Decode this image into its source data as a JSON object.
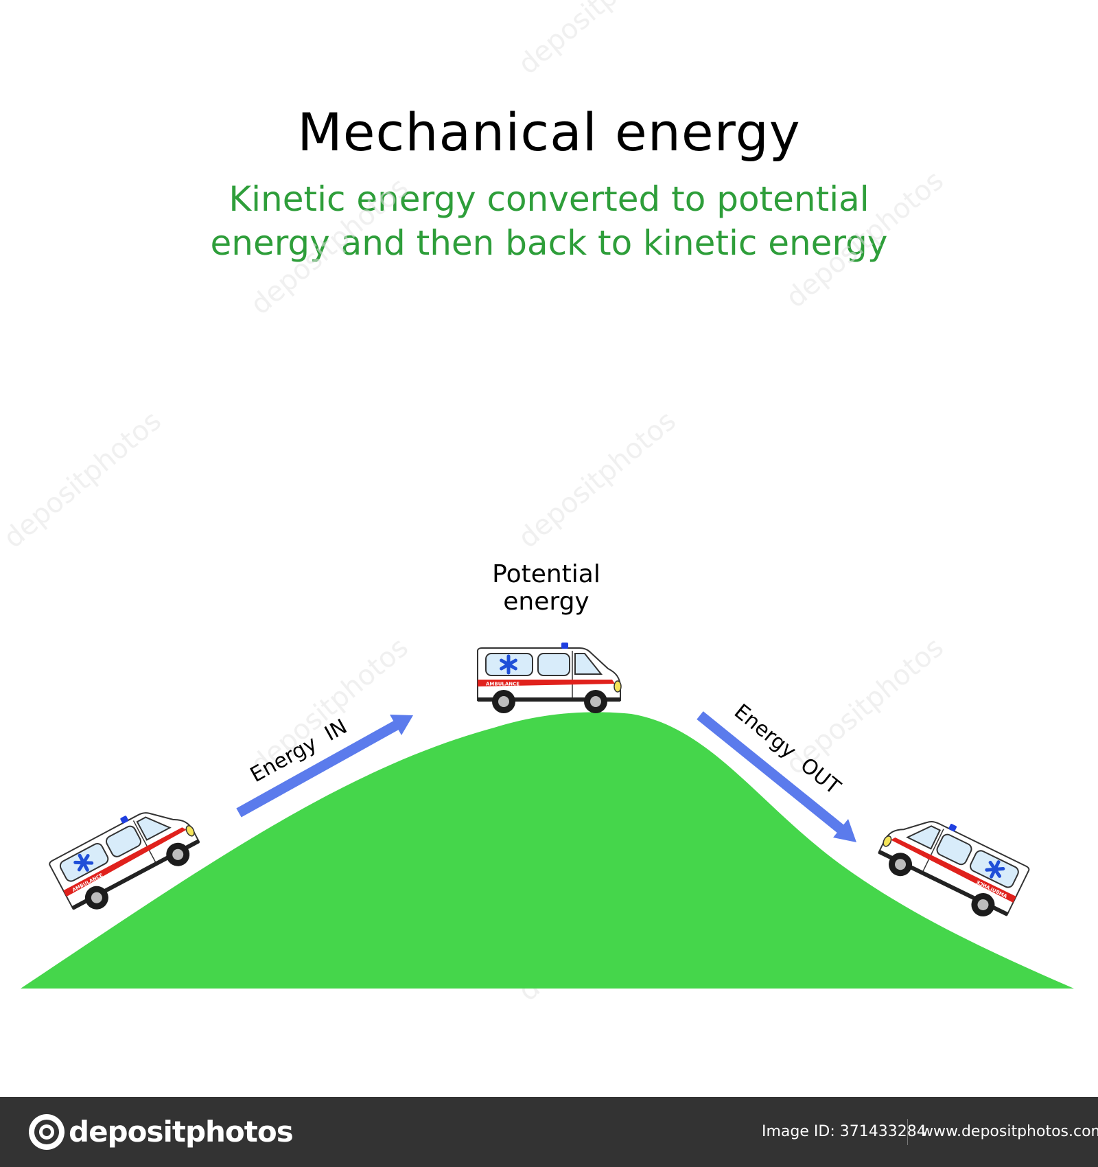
{
  "diagram": {
    "title": "Mechanical energy",
    "subtitle_lines": [
      "Kinetic energy converted to potential",
      "energy and then back to kinetic energy"
    ],
    "labels": {
      "peak": [
        "Potential",
        "energy"
      ],
      "arrow_in": "Energy  IN",
      "arrow_out": "Energy  OUT"
    },
    "vehicle_text": "AMBULANCE",
    "colors": {
      "hill": "#45d64b",
      "arrow": "#5b7bec",
      "subtitle": "#2e9e3a",
      "ambulance_stripe": "#e0211c",
      "ambulance_star": "#1f4fd8",
      "ambulance_beacon": "#1f3fe0",
      "footer_bg": "#333333"
    }
  },
  "watermark": {
    "brand": "depositphotos",
    "image_id": "Image ID: 371433284",
    "site": "www.depositphotos.com"
  }
}
